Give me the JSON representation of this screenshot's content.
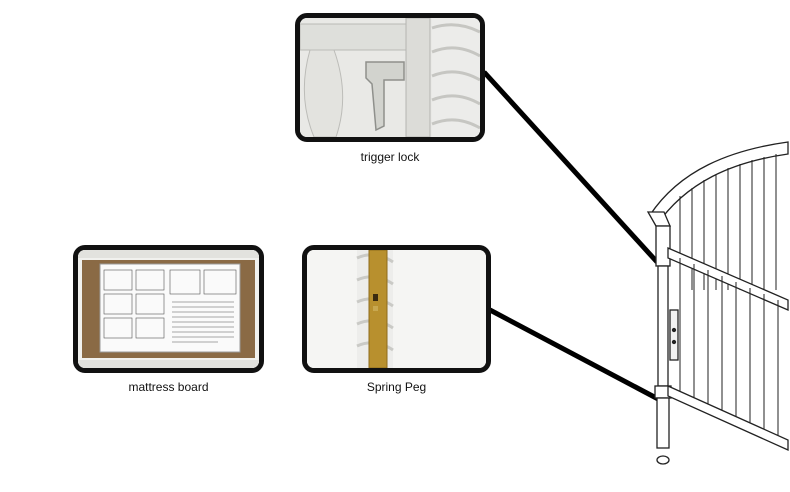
{
  "callouts": {
    "trigger_lock": "trigger lock",
    "mattress_board": "mattress board",
    "spring_peg": "Spring Peg"
  },
  "colors": {
    "frame_border": "#111111",
    "crib_wood": "#e8e8e4",
    "peg_brass": "#b8902e",
    "mattress_board": "#8a6a45"
  }
}
